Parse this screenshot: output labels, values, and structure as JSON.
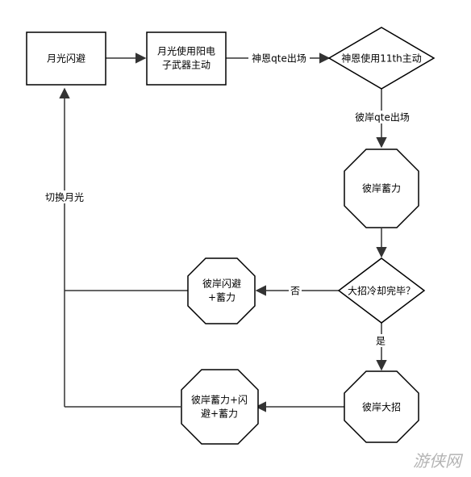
{
  "nodes": {
    "moonlight_dodge": "月光闪避",
    "moonlight_electron": [
      "月光使用阳电",
      "子武器主动"
    ],
    "shenen_11th": "神恩使用11th主动",
    "bian_charge": "彼岸蓄力",
    "ult_ready": "大招冷却完毕？",
    "bian_dodge_charge": [
      "彼岸闪避",
      "+蓄力"
    ],
    "bian_ult": "彼岸大招",
    "bian_charge_dodge_charge": [
      "彼岸蓄力+闪",
      "避+蓄力"
    ]
  },
  "edges": {
    "shenen_qte": "神恩qte出场",
    "bian_qte": "彼岸qte出场",
    "no": "否",
    "yes": "是",
    "switch_moonlight": "切换月光"
  },
  "watermark": "游侠网",
  "colors": {
    "stroke": "#000000",
    "edge": "#333333",
    "background": "#ffffff"
  }
}
